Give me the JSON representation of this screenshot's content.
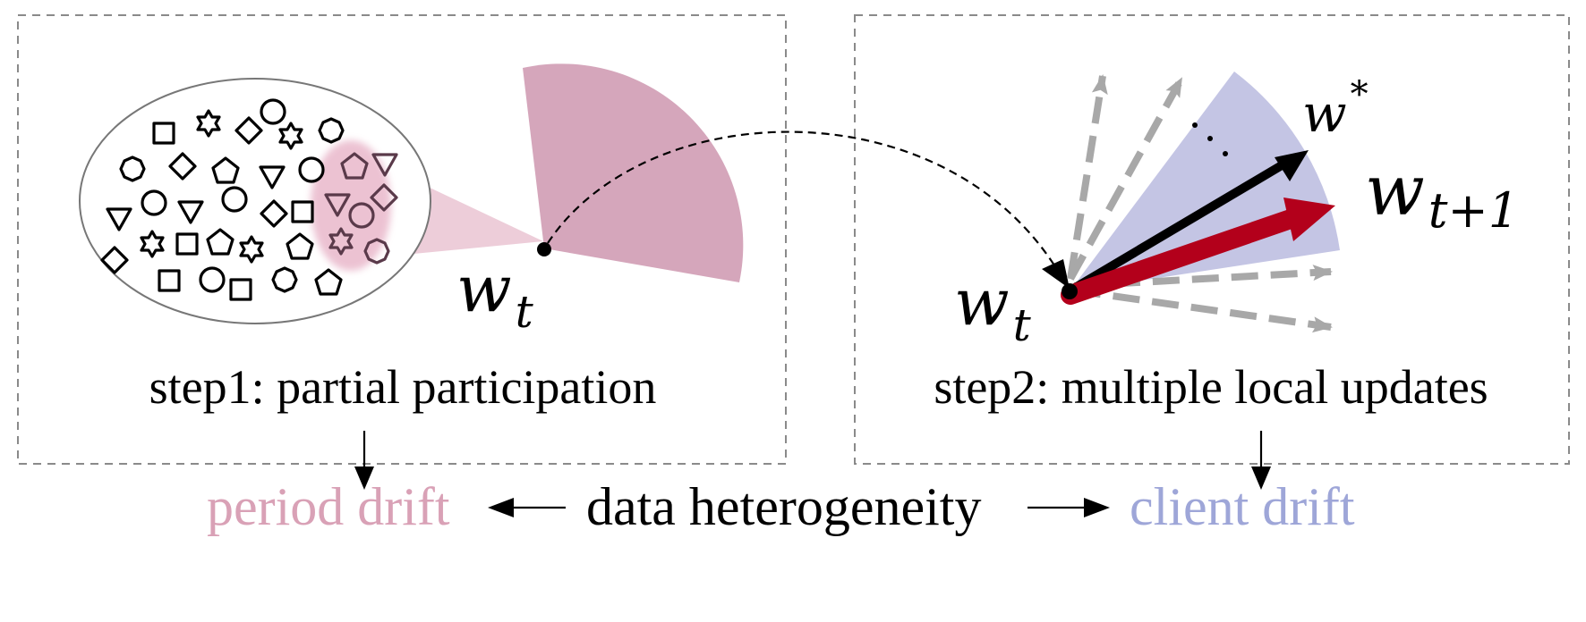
{
  "panels": {
    "step1": {
      "caption": "step1: partial participation"
    },
    "step2": {
      "caption": "step2: multiple local updates"
    }
  },
  "math": {
    "w_t_base": "w",
    "w_t_sub": "t",
    "w_next_base": "w",
    "w_next_sub": "t+1",
    "w_star_base": "w",
    "w_star_sup": "*"
  },
  "bottom": {
    "period_drift": "period drift",
    "data_heterogeneity": "data heterogeneity",
    "client_drift": "client drift"
  },
  "colors": {
    "period_drift": "#d9a1b6",
    "client_drift": "#9ea6d8",
    "sector_pink": "#d5a6bb",
    "cone_pink": "#edcdd9",
    "sector_blue": "#c4c5e4",
    "update_red": "#b3001b",
    "dashed_gray": "#a8a8a8",
    "box_border": "#8a8a8a"
  },
  "icons": {
    "client_shapes": "square, star, diamond, circle, octagon, pentagon, triangle-down"
  }
}
